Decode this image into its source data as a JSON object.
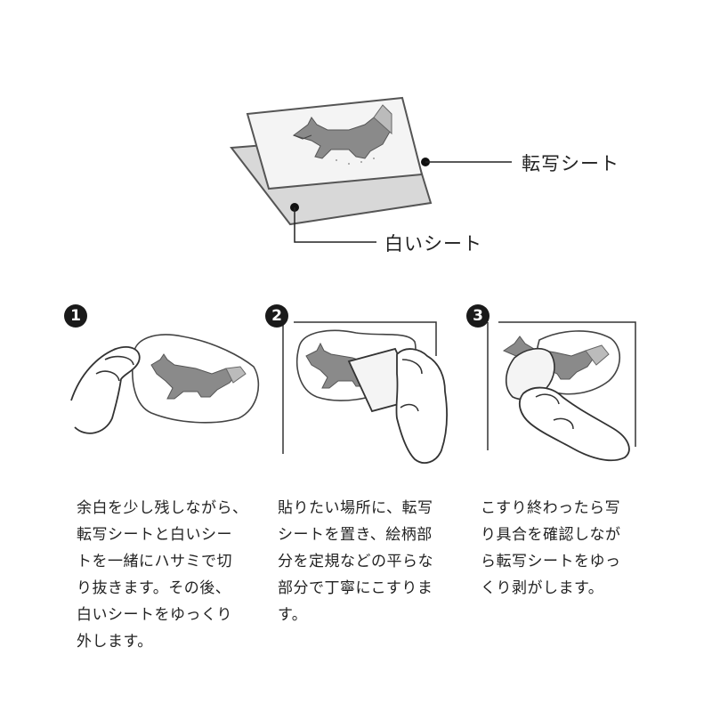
{
  "top_diagram": {
    "transfer_sheet_label": "転写シート",
    "white_sheet_label": "白いシート"
  },
  "steps": [
    {
      "number": "1",
      "text": "余白を少し残しながら、\n転写シートと白いシー\nトを一緒にハサミで切\nり抜きます。その後、\n白いシートをゆっくり\n外します。"
    },
    {
      "number": "2",
      "text": "貼りたい場所に、転写\nシートを置き、絵柄部\n分を定規などの平らな\n部分で丁寧にこすりま\nす。"
    },
    {
      "number": "3",
      "text": "こすり終わったら写\nり具合を確認しなが\nら転写シートをゆっ\nくり剥がします。"
    }
  ]
}
